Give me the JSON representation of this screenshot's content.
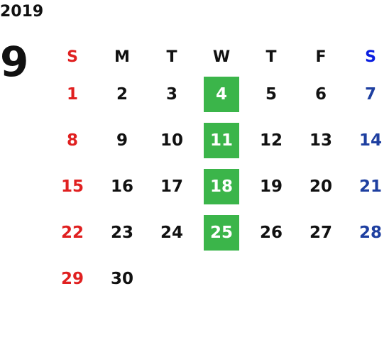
{
  "year": "2019",
  "month": "9",
  "weekdays": [
    "S",
    "M",
    "T",
    "W",
    "T",
    "F",
    "S"
  ],
  "colors": {
    "sunday": "#e02020",
    "saturday": "#1e3fa0",
    "highlight": "#3bb54a",
    "text": "#111111"
  },
  "weeks": [
    [
      "1",
      "2",
      "3",
      "4",
      "5",
      "6",
      "7"
    ],
    [
      "8",
      "9",
      "10",
      "11",
      "12",
      "13",
      "14"
    ],
    [
      "15",
      "16",
      "17",
      "18",
      "19",
      "20",
      "21"
    ],
    [
      "22",
      "23",
      "24",
      "25",
      "26",
      "27",
      "28"
    ],
    [
      "29",
      "30",
      "",
      "",
      "",
      "",
      ""
    ]
  ]
}
